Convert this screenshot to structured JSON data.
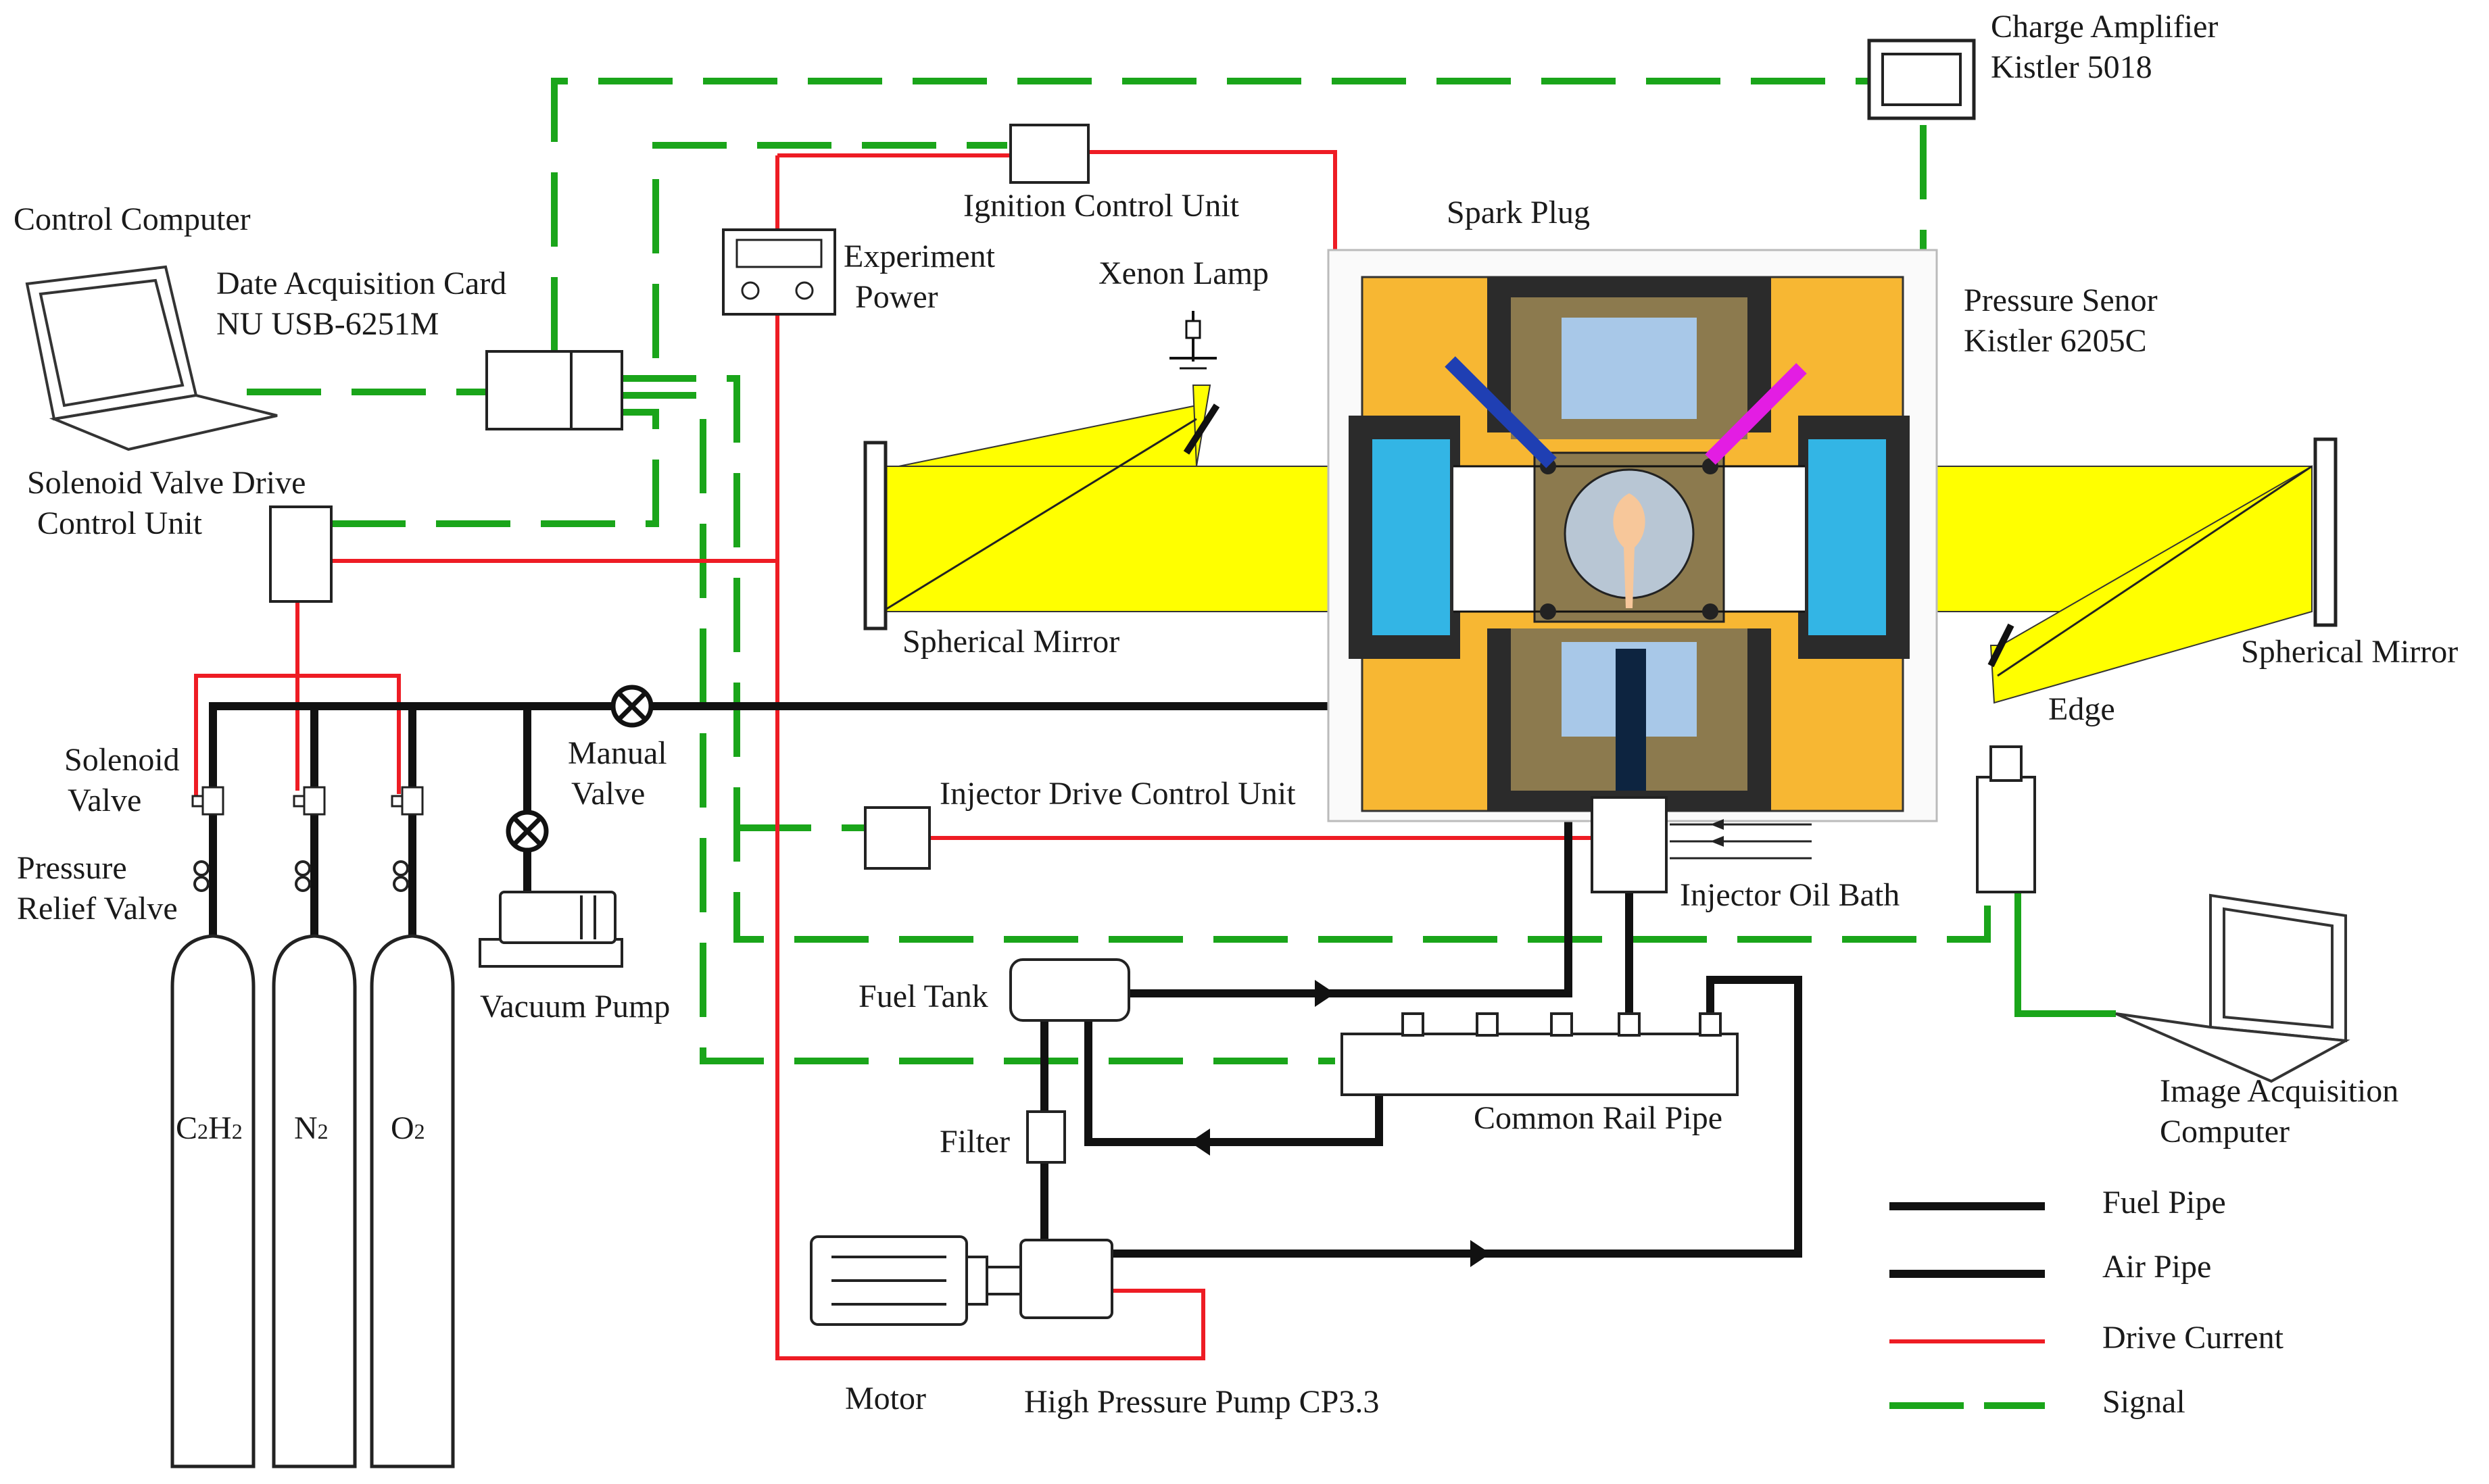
{
  "labels": {
    "charge_amplifier_line1": "Charge Amplifier",
    "charge_amplifier_line2": "Kistler 5018",
    "control_computer": "Control Computer",
    "daq_line1": "Date Acquisition Card",
    "daq_line2": "NU USB-6251M",
    "ignition_control_unit": "Ignition Control Unit",
    "experiment_power_line1": "Experiment",
    "experiment_power_line2": "Power",
    "xenon_lamp": "Xenon Lamp",
    "spark_plug": "Spark Plug",
    "pressure_sensor_line1": "Pressure Senor",
    "pressure_sensor_line2": "Kistler 6205C",
    "solenoid_drive_line1": "Solenoid Valve Drive",
    "solenoid_drive_line2": "Control Unit",
    "spherical_mirror_left": "Spherical Mirror",
    "spherical_mirror_right": "Spherical Mirror",
    "edge": "Edge",
    "solenoid_valve_line1": "Solenoid",
    "solenoid_valve_line2": "Valve",
    "manual_valve_line1": "Manual",
    "manual_valve_line2": "Valve",
    "pressure_relief_line1": "Pressure",
    "pressure_relief_line2": "Relief Valve",
    "injector_drive_control_unit": "Injector Drive Control Unit",
    "injector_oil_bath": "Injector Oil Bath",
    "vacuum_pump": "Vacuum Pump",
    "fuel_tank": "Fuel Tank",
    "image_acq_line1": "Image Acquisition",
    "image_acq_line2": "Computer",
    "filter": "Filter",
    "common_rail_pipe": "Common Rail Pipe",
    "motor": "Motor",
    "high_pressure_pump": "High Pressure Pump CP3.3",
    "cyl_c2h2_main": "C",
    "cyl_c2h2_sub1": "2",
    "cyl_c2h2_mid": "H",
    "cyl_c2h2_sub2": "2",
    "cyl_n2_main": "N",
    "cyl_n2_sub": "2",
    "cyl_o2_main": "O",
    "cyl_o2_sub": "2"
  },
  "legend": {
    "fuel_pipe": "Fuel Pipe",
    "air_pipe": "Air Pipe",
    "drive_current": "Drive Current",
    "signal": "Signal"
  },
  "colors": {
    "fuel_pipe": "#111111",
    "air_pipe": "#111111",
    "drive_current": "#ee1c24",
    "signal": "#1aa51a",
    "light_beam": "#ffff00",
    "chamber_outer": "#f7b733",
    "chamber_body": "#8c7a4e",
    "window": "#33b5e5"
  }
}
